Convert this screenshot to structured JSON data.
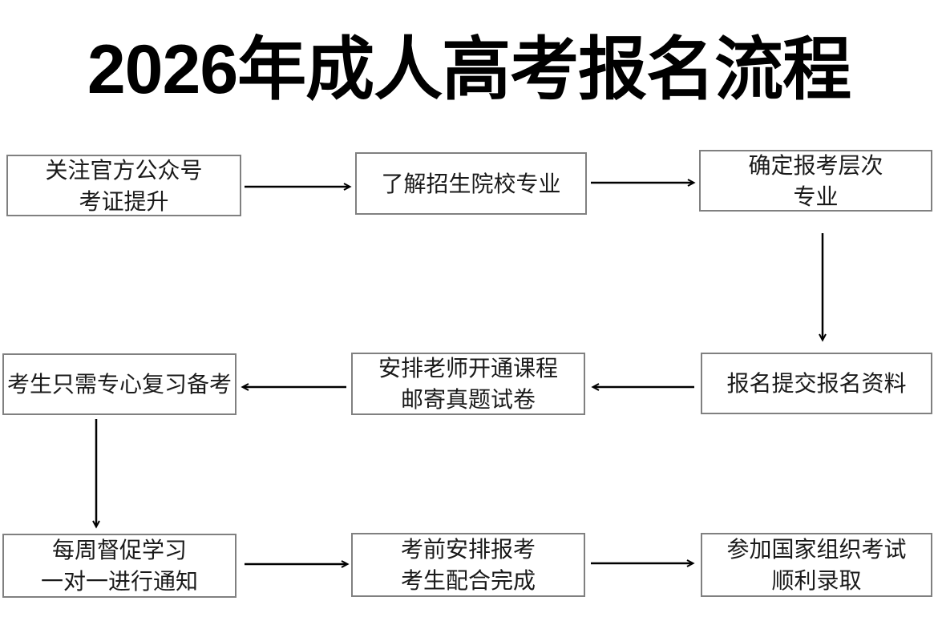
{
  "title": "2026年成人高考报名流程",
  "nodes": [
    {
      "id": "follow-official-account",
      "lines": [
        "关注官方公众号",
        "考证提升"
      ]
    },
    {
      "id": "learn-colleges-majors",
      "lines": [
        "了解招生院校专业"
      ]
    },
    {
      "id": "confirm-level-major",
      "lines": [
        "确定报考层次",
        "专业"
      ]
    },
    {
      "id": "submit-registration",
      "lines": [
        "报名提交报名资料"
      ]
    },
    {
      "id": "teacher-opens-course",
      "lines": [
        "安排老师开通课程",
        "邮寄真题试卷"
      ]
    },
    {
      "id": "focus-on-review",
      "lines": [
        "考生只需专心复习备考"
      ]
    },
    {
      "id": "weekly-supervision",
      "lines": [
        "每周督促学习",
        "一对一进行通知"
      ]
    },
    {
      "id": "pre-exam-arrangement",
      "lines": [
        "考前安排报考",
        "考生配合完成"
      ]
    },
    {
      "id": "take-national-exam",
      "lines": [
        "参加国家组织考试",
        "顺利录取"
      ]
    }
  ],
  "edges": [
    {
      "from": "follow-official-account",
      "to": "learn-colleges-majors",
      "direction": "right"
    },
    {
      "from": "learn-colleges-majors",
      "to": "confirm-level-major",
      "direction": "right"
    },
    {
      "from": "confirm-level-major",
      "to": "submit-registration",
      "direction": "down"
    },
    {
      "from": "submit-registration",
      "to": "teacher-opens-course",
      "direction": "left"
    },
    {
      "from": "teacher-opens-course",
      "to": "focus-on-review",
      "direction": "left"
    },
    {
      "from": "focus-on-review",
      "to": "weekly-supervision",
      "direction": "down"
    },
    {
      "from": "weekly-supervision",
      "to": "pre-exam-arrangement",
      "direction": "right"
    },
    {
      "from": "pre-exam-arrangement",
      "to": "take-national-exam",
      "direction": "right"
    }
  ],
  "colors": {
    "background": "#ffffff",
    "title_text": "#000000",
    "box_border": "#808080",
    "box_text": "#1a1a1a",
    "arrow": "#000000"
  }
}
